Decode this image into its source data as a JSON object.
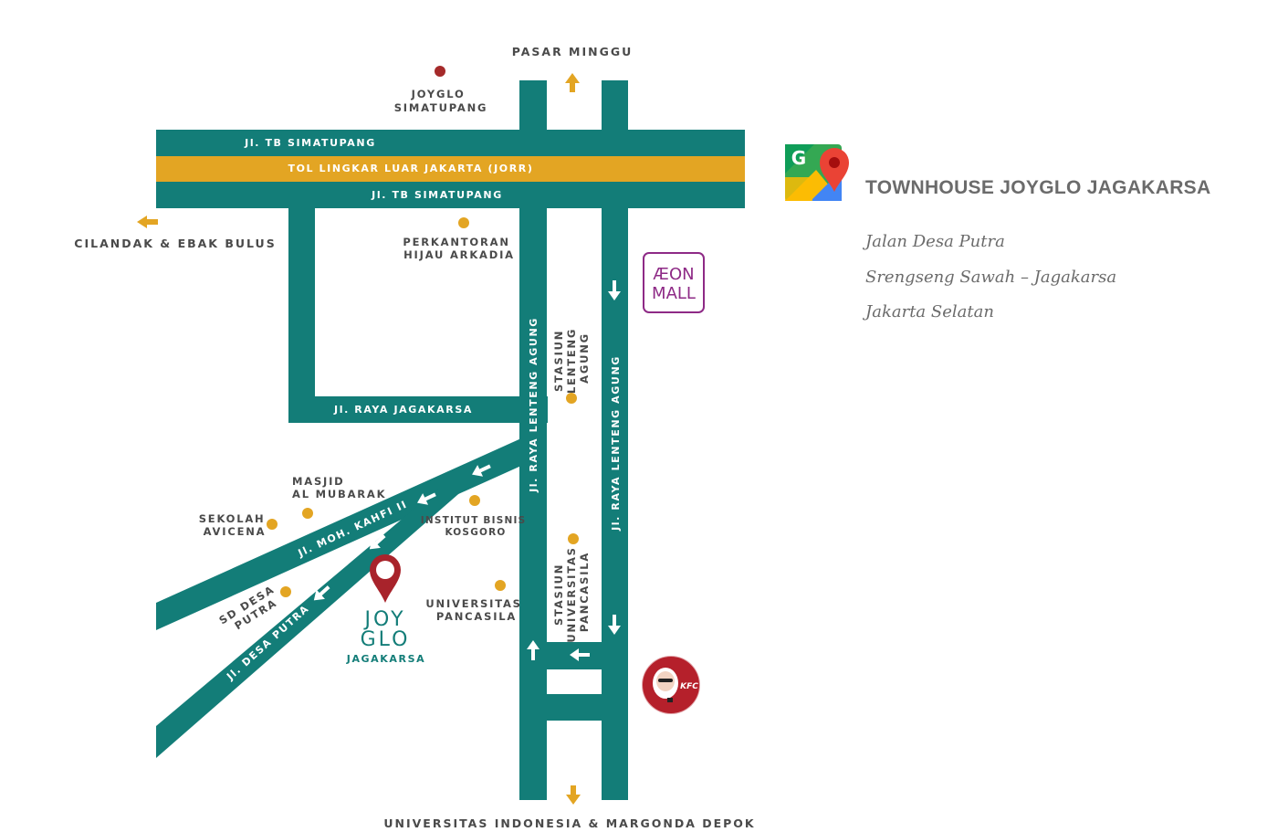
{
  "colors": {
    "road": "#137d78",
    "toll": "#e3a523",
    "poi_dot": "#e3a523",
    "joyglo_dot": "#a52a2a",
    "pin": "#a8232b",
    "brand_green": "#137d78",
    "aeon": "#8e2a86"
  },
  "roads": {
    "tb_simatupang_top": "Jl. TB SIMATUPANG",
    "toll": "TOL LINGKAR LUAR JAKARTA (JORR)",
    "tb_simatupang_bottom": "Jl. TB SIMATUPANG",
    "raya_jagakarsa": "Jl. RAYA JAGAKARSA",
    "lenteng_agung_west": "Jl. RAYA LENTENG AGUNG",
    "lenteng_agung_east": "Jl. RAYA LENTENG AGUNG",
    "moh_kahfi": "Jl. MOH. KAHFI II",
    "desa_putra": "Jl. DESA PUTRA"
  },
  "destinations": {
    "north": "PASAR MINGGU",
    "west": "CILANDAK & EBAK BULUS",
    "south": "UNIVERSITAS INDONESIA & MARGONDA DEPOK"
  },
  "landmarks": {
    "joyglo_simatupang": [
      "JOYGLO",
      "SIMATUPANG"
    ],
    "perkantoran": [
      "PERKANTORAN",
      "HIJAU ARKADIA"
    ],
    "stasiun_lenteng": [
      "STASIUN",
      "LENTENG",
      "AGUNG"
    ],
    "masjid": [
      "MASJID",
      "AL MUBARAK"
    ],
    "sekolah": [
      "SEKOLAH",
      "AVICENA"
    ],
    "institut": [
      "INSTITUT BISNIS",
      "KOSGORO"
    ],
    "sd_desa": [
      "SD DESA",
      "PUTRA"
    ],
    "universitas": [
      "UNIVERSITAS",
      "PANCASILA"
    ],
    "stasiun_up": [
      "STASIUN",
      "UNIVERSITAS",
      "PANCASILA"
    ]
  },
  "joyglo_logo": {
    "line1": "JOY",
    "line2": "GLO",
    "sub": "JAGAKARSA"
  },
  "aeon_logo": {
    "line1": "ÆON",
    "line2": "MALL"
  },
  "kfc_logo": {
    "text": "KFC"
  },
  "google_maps_icon": {
    "letter": "G"
  },
  "info": {
    "title": "TOWNHOUSE JOYGLO JAGAKARSA",
    "address_lines": [
      "Jalan Desa Putra",
      "Srengseng Sawah – Jagakarsa",
      "Jakarta Selatan"
    ]
  }
}
